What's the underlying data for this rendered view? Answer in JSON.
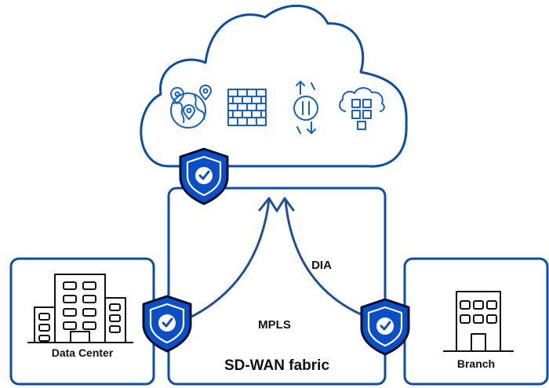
{
  "colors": {
    "outline": "#0E4DA4",
    "icon": "#1660C8",
    "shield_fill": "#0A4FC7",
    "shield_edge": "#06102E",
    "text": "#111111"
  },
  "icons": [
    "globe-location-icon",
    "firewall-brick-icon",
    "exchange-arrows-icon",
    "cloud-apps-icon",
    "security-shield-icon",
    "office-building-icon"
  ],
  "labels": {
    "data_center": "Data Center",
    "branch": "Branch",
    "fabric": "SD-WAN fabric",
    "mpls": "MPLS",
    "dia": "DIA"
  }
}
